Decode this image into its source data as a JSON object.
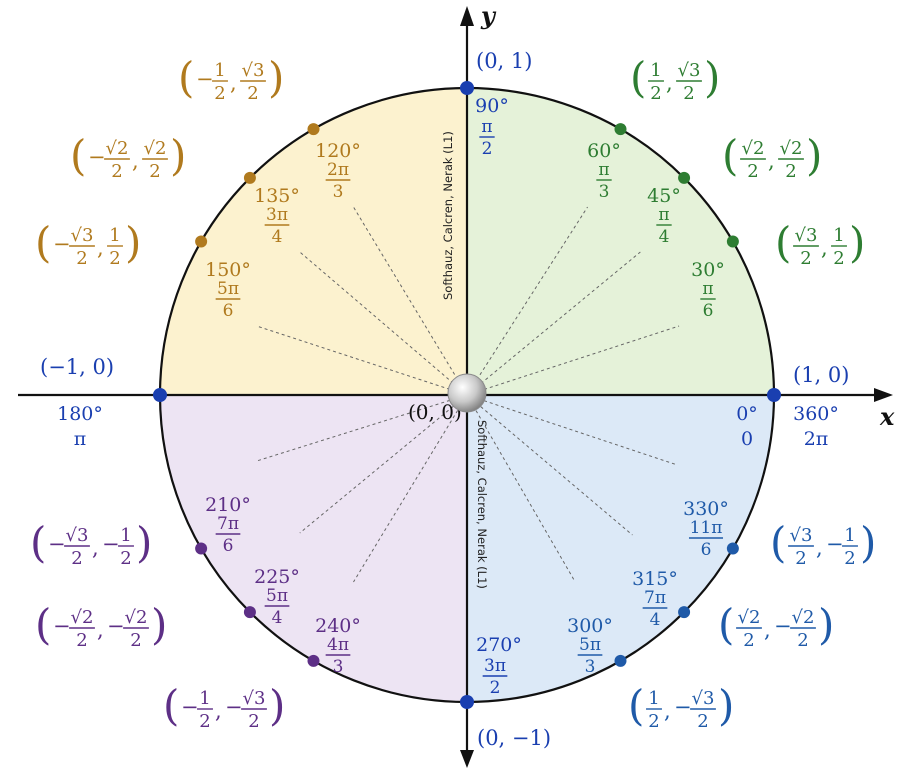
{
  "axes": {
    "x_label": "x",
    "y_label": "y"
  },
  "origin": {
    "label": "(0, 0)"
  },
  "credit": {
    "upper": "Softhauz, Calcren, Nerak (L1)",
    "lower": "Softhauz, Calcren, Nerak (L1)"
  },
  "colors": {
    "q1": "#2e7d32",
    "q1_fill": "#e5f2d9",
    "q2": "#b07a1e",
    "q2_fill": "#fcf2cf",
    "q3": "#5d2f86",
    "q3_fill": "#ede4f3",
    "q4": "#1f5aa8",
    "q4_fill": "#dce9f7",
    "axis_points": "#1a3fb0"
  },
  "axis_points": [
    {
      "id": "p0",
      "coord": "(1, 0)",
      "deg": "0°",
      "rad": "0",
      "deg2": "360°",
      "rad2": "2π"
    },
    {
      "id": "p90",
      "coord": "(0, 1)",
      "deg": "90°",
      "rad_num": "π",
      "rad_den": "2"
    },
    {
      "id": "p180",
      "coord": "(−1, 0)",
      "deg": "180°",
      "rad": "π"
    },
    {
      "id": "p270",
      "coord": "(0, −1)",
      "deg": "270°",
      "rad_num": "3π",
      "rad_den": "2"
    }
  ],
  "angles": [
    {
      "id": "a30",
      "quad": "q1",
      "angle": 30,
      "deg": "30°",
      "rad_num": "π",
      "rad_den": "6",
      "x_sign": "",
      "x_num": "√3",
      "x_den": "2",
      "y_sign": "",
      "y_num": "1",
      "y_den": "2"
    },
    {
      "id": "a45",
      "quad": "q1",
      "angle": 45,
      "deg": "45°",
      "rad_num": "π",
      "rad_den": "4",
      "x_sign": "",
      "x_num": "√2",
      "x_den": "2",
      "y_sign": "",
      "y_num": "√2",
      "y_den": "2"
    },
    {
      "id": "a60",
      "quad": "q1",
      "angle": 60,
      "deg": "60°",
      "rad_num": "π",
      "rad_den": "3",
      "x_sign": "",
      "x_num": "1",
      "x_den": "2",
      "y_sign": "",
      "y_num": "√3",
      "y_den": "2"
    },
    {
      "id": "a120",
      "quad": "q2",
      "angle": 120,
      "deg": "120°",
      "rad_num": "2π",
      "rad_den": "3",
      "x_sign": "−",
      "x_num": "1",
      "x_den": "2",
      "y_sign": "",
      "y_num": "√3",
      "y_den": "2"
    },
    {
      "id": "a135",
      "quad": "q2",
      "angle": 135,
      "deg": "135°",
      "rad_num": "3π",
      "rad_den": "4",
      "x_sign": "−",
      "x_num": "√2",
      "x_den": "2",
      "y_sign": "",
      "y_num": "√2",
      "y_den": "2"
    },
    {
      "id": "a150",
      "quad": "q2",
      "angle": 150,
      "deg": "150°",
      "rad_num": "5π",
      "rad_den": "6",
      "x_sign": "−",
      "x_num": "√3",
      "x_den": "2",
      "y_sign": "",
      "y_num": "1",
      "y_den": "2"
    },
    {
      "id": "a210",
      "quad": "q3",
      "angle": 210,
      "deg": "210°",
      "rad_num": "7π",
      "rad_den": "6",
      "x_sign": "−",
      "x_num": "√3",
      "x_den": "2",
      "y_sign": "−",
      "y_num": "1",
      "y_den": "2"
    },
    {
      "id": "a225",
      "quad": "q3",
      "angle": 225,
      "deg": "225°",
      "rad_num": "5π",
      "rad_den": "4",
      "x_sign": "−",
      "x_num": "√2",
      "x_den": "2",
      "y_sign": "−",
      "y_num": "√2",
      "y_den": "2"
    },
    {
      "id": "a240",
      "quad": "q3",
      "angle": 240,
      "deg": "240°",
      "rad_num": "4π",
      "rad_den": "3",
      "x_sign": "−",
      "x_num": "1",
      "x_den": "2",
      "y_sign": "−",
      "y_num": "√3",
      "y_den": "2"
    },
    {
      "id": "a300",
      "quad": "q4",
      "angle": 300,
      "deg": "300°",
      "rad_num": "5π",
      "rad_den": "3",
      "x_sign": "",
      "x_num": "1",
      "x_den": "2",
      "y_sign": "−",
      "y_num": "√3",
      "y_den": "2"
    },
    {
      "id": "a315",
      "quad": "q4",
      "angle": 315,
      "deg": "315°",
      "rad_num": "7π",
      "rad_den": "4",
      "x_sign": "",
      "x_num": "√2",
      "x_den": "2",
      "y_sign": "−",
      "y_num": "√2",
      "y_den": "2"
    },
    {
      "id": "a330",
      "quad": "q4",
      "angle": 330,
      "deg": "330°",
      "rad_num": "11π",
      "rad_den": "6",
      "x_sign": "",
      "x_num": "√3",
      "x_den": "2",
      "y_sign": "−",
      "y_num": "1",
      "y_den": "2"
    }
  ]
}
